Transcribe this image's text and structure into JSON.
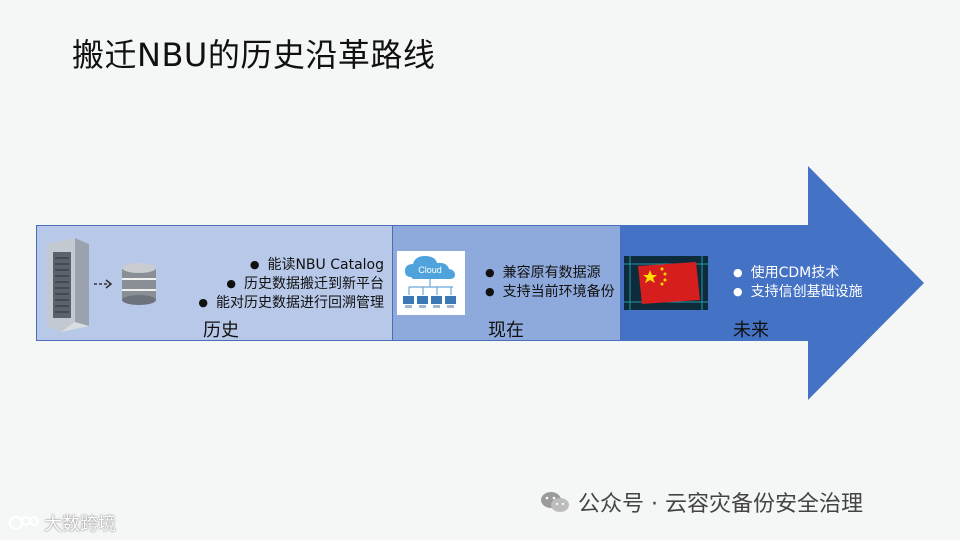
{
  "slide": {
    "title": "搬迁NBU的历史沿革路线",
    "stages": [
      {
        "label": "历史",
        "bullets": [
          "能读NBU Catalog",
          "历史数据搬迁到新平台",
          "能对历史数据进行回溯管理"
        ]
      },
      {
        "label": "现在",
        "bullets": [
          "兼容原有数据源",
          "支持当前环境备份"
        ],
        "icon_text": "Cloud"
      },
      {
        "label": "未来",
        "bullets": [
          "使用CDM技术",
          "支持信创基础设施"
        ]
      }
    ],
    "colors": {
      "stage1": "#b7c8e8",
      "stage2": "#8eaadc",
      "arrow": "#4472c4"
    }
  },
  "footer": {
    "text": "公众号 · 云容灾备份安全治理"
  },
  "watermark": {
    "text": "大数跨境"
  }
}
